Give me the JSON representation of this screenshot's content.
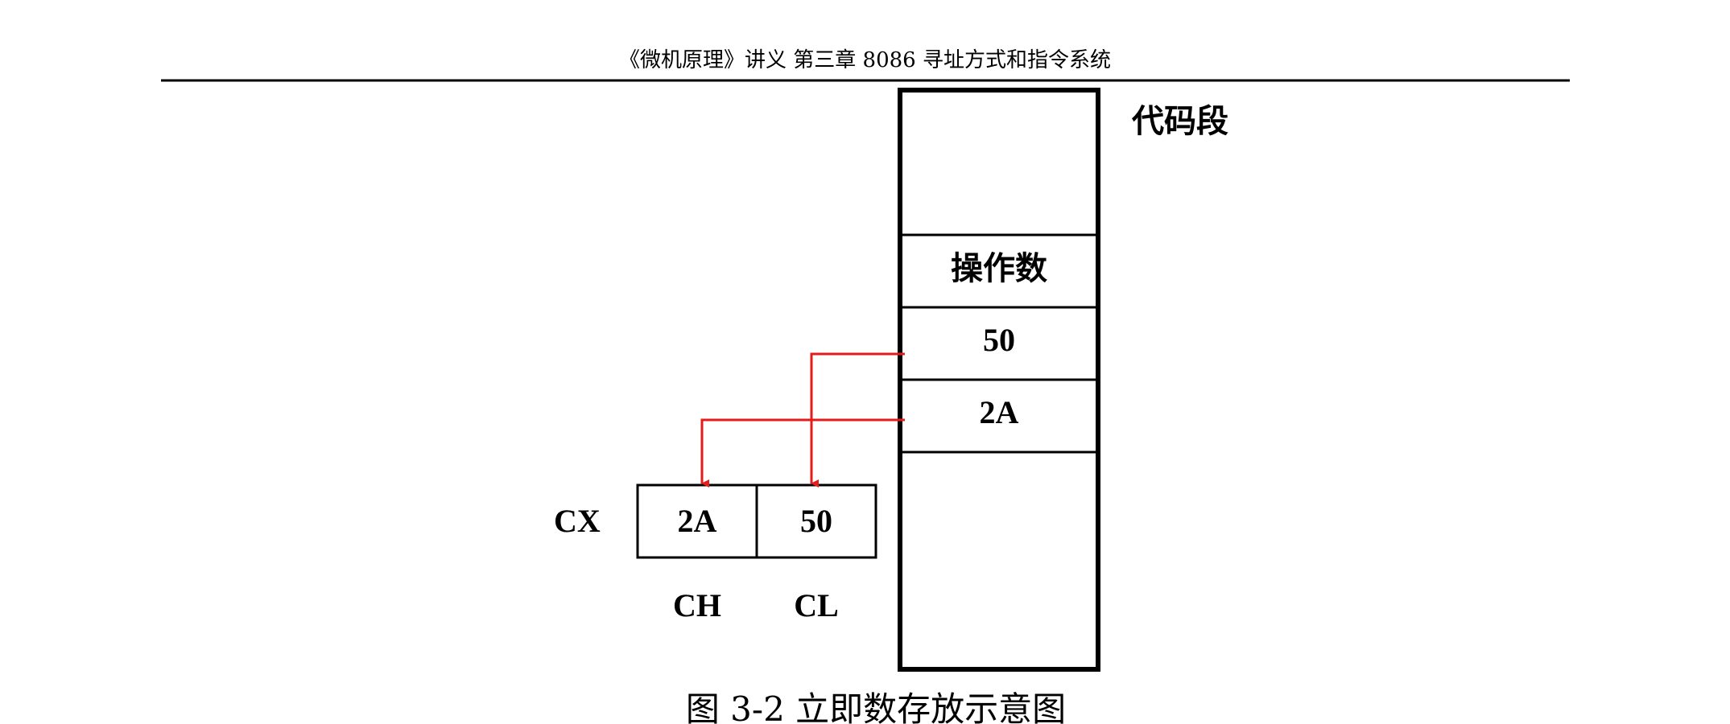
{
  "header": {
    "text": "《微机原理》讲义  第三章  8086 寻址方式和指令系统"
  },
  "memory": {
    "segment_label": "代码段",
    "cells": {
      "opcode": "操作数",
      "low_byte": "50",
      "high_byte": "2A"
    }
  },
  "register": {
    "name": "CX",
    "high": {
      "name": "CH",
      "value": "2A"
    },
    "low": {
      "name": "CL",
      "value": "50"
    }
  },
  "caption": "图 3-2  立即数存放示意图",
  "colors": {
    "arrow": "#e31b1b",
    "line": "#000000"
  }
}
